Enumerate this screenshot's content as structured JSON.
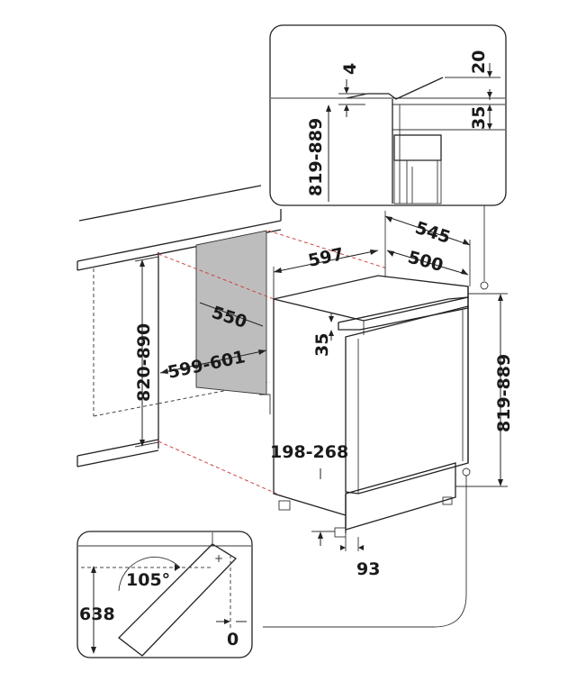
{
  "dimensions": {
    "detail_gap": "4",
    "detail_height": "819-889",
    "detail_top": "20",
    "detail_panel": "35",
    "appliance_depth": "545",
    "appliance_inner_depth": "500",
    "appliance_width": "597",
    "niche_depth": "550",
    "niche_width": "599-601",
    "niche_height": "820-890",
    "top_panel": "35",
    "appliance_height": "819-889",
    "plinth": "198-268",
    "foot_offset": "93",
    "door_angle": "105°",
    "door_swing": "638",
    "door_clearance": "0"
  },
  "colors": {
    "line": "#222222",
    "niche_fill": "#bdbdbd",
    "hidden_edges": "#c44444"
  }
}
